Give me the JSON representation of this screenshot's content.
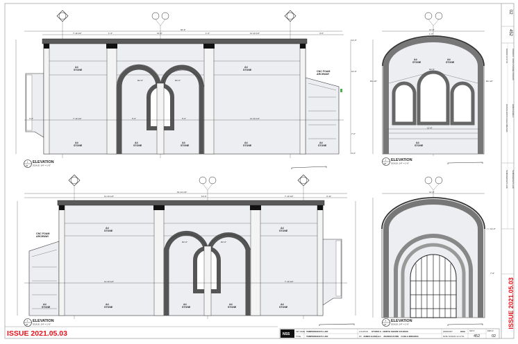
{
  "sheet": {
    "issue": "ISSUE 2021.05.03",
    "sheet_number": "02",
    "set_number": "452"
  },
  "notes": {
    "stone": "A4",
    "stone2": "STONE",
    "cnc": "CNC FOAM",
    "cnc2": "ARCHWAY"
  },
  "elevations": [
    {
      "number": "1",
      "sheet": "02",
      "title": "ELEVATION",
      "scale": "SCALE: 1/4\" = 1'-0\""
    },
    {
      "number": "2",
      "sheet": "02",
      "title": "ELEVATION",
      "scale": "SCALE: 1/4\" = 1'-0\""
    },
    {
      "number": "3",
      "sheet": "02",
      "title": "ELEVATION",
      "scale": "SCALE: 1/4\" = 1'-0\""
    },
    {
      "number": "4",
      "sheet": "02",
      "title": "ELEVATION",
      "scale": "SCALE: 1/4\" = 1'-0\""
    }
  ],
  "dims": {
    "e1_overall": "60'-6\"",
    "e1_a": "7'-10 1/2\"",
    "e1_b": "1'-3\"",
    "e1_c": "12'-6\"",
    "e1_d": "11'-10 1/2\"",
    "e1_e": "4'-6\"",
    "e1_f": "5'-6\"",
    "e1_g": "3'-6\"",
    "arch_r": "R2'-0\"",
    "e2_overall": "14'-0\"",
    "e2_a": "1'-6\"",
    "e2_b": "12'-6\"",
    "e2_r": "R2'-6\"",
    "e2_side": "R1'-10\"",
    "e3_overall": "61'-10 1/2\"",
    "e3_a": "11'-10 1/2\"",
    "e3_b": "12'-6\"",
    "e3_c": "7'-10 1/2\"",
    "e3_d": "3'-11\"",
    "e4_overall": "14'-0\"",
    "el_a": "7'-0\"",
    "el_b": "10'-0\"",
    "el_c": "12'-0\"",
    "el_d": "0'-0\""
  },
  "title_block": {
    "set_name_label": "SET NAME",
    "set_name": "TEMPERENCE'S LAIR",
    "title_label": "TITLE",
    "title": "TEMPERENCE'S LAIR",
    "location_label": "LOCATION",
    "location": "STUDIO 6 - NORTH SHORE STUDIOS",
    "pd_label": "PD",
    "pd": "JAMES HAZELL",
    "ad_label": "AD",
    "ad": "JOANNA DUNN    CARLA MIRANDA",
    "drawn_by_label": "DRAWN BY",
    "drawn_by": "HGB",
    "date_label": "DATE",
    "date": "5/3/2021 12:17:01",
    "set_label": "SET #",
    "dwg_label": "DWG #",
    "logo": "NSS"
  }
}
